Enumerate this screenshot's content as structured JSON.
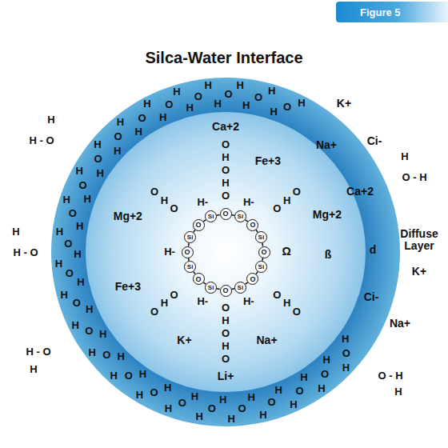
{
  "diagram": {
    "title": "Silca-Water Interface",
    "nodes": [
      {
        "text": [
          "Figure 5"
        ]
      },
      {
        "text": [
          "O"
        ]
      },
      {
        "text": [
          "Si"
        ]
      },
      {
        "text": [
          "O"
        ]
      },
      {
        "text": [
          "Si"
        ]
      },
      {
        "text": [
          "O"
        ]
      },
      {
        "text": [
          "Si"
        ]
      },
      {
        "text": [
          "O"
        ]
      },
      {
        "text": [
          "Si"
        ]
      },
      {
        "text": [
          "O"
        ]
      },
      {
        "text": [
          "Si"
        ]
      },
      {
        "text": [
          "O"
        ]
      },
      {
        "text": [
          "Si"
        ]
      },
      {
        "text": [
          "O"
        ]
      },
      {
        "text": [
          "Si"
        ]
      },
      {
        "text": [
          "O"
        ]
      },
      {
        "text": [
          "Si"
        ]
      }
    ],
    "edges": [
      {
        "from": 1,
        "to": 2,
        "arrow": "none"
      },
      {
        "from": 2,
        "to": 3,
        "arrow": "none"
      },
      {
        "from": 3,
        "to": 4,
        "arrow": "none"
      },
      {
        "from": 4,
        "to": 5,
        "arrow": "none"
      },
      {
        "from": 5,
        "to": 6,
        "arrow": "none"
      },
      {
        "from": 6,
        "to": 7,
        "arrow": "none"
      },
      {
        "from": 7,
        "to": 8,
        "arrow": "none"
      },
      {
        "from": 8,
        "to": 9,
        "arrow": "none"
      },
      {
        "from": 9,
        "to": 10,
        "arrow": "none"
      },
      {
        "from": 10,
        "to": 11,
        "arrow": "none"
      },
      {
        "from": 11,
        "to": 12,
        "arrow": "none"
      },
      {
        "from": 12,
        "to": 13,
        "arrow": "none"
      },
      {
        "from": 13,
        "to": 14,
        "arrow": "none"
      },
      {
        "from": 14,
        "to": 15,
        "arrow": "none"
      },
      {
        "from": 15,
        "to": 16,
        "arrow": "none"
      },
      {
        "from": 16,
        "to": 1,
        "arrow": "none"
      }
    ],
    "labels": [
      "K+",
      "Na+",
      "Ci-",
      "Ca+2",
      "Diffuse Layer",
      "d",
      "K+",
      "Ci-",
      "Na+",
      "Ca+2",
      "Fe+3",
      "Mg+2",
      "Mg+2",
      "ß",
      "Ω",
      "Fe+3",
      "K+",
      "Na+",
      "Li+",
      "H-",
      "H-",
      "H-",
      "H-",
      "H-",
      "O",
      "H",
      "O",
      "H",
      "O",
      "O",
      "H",
      "O",
      "H",
      "O",
      "O",
      "H",
      "O",
      "O",
      "H",
      "O",
      "O",
      "H",
      "O",
      "O",
      "H",
      "O",
      "O",
      "H",
      "H",
      "O",
      "H",
      "H",
      "O",
      "H",
      "H",
      "O",
      "H",
      "H",
      "O",
      "H",
      "H",
      "O",
      "H",
      "H",
      "O",
      "H",
      "H",
      "O",
      "H",
      "H",
      "O",
      "H",
      "H",
      "O",
      "H",
      "H",
      "O",
      "H",
      "H",
      "O",
      "H",
      "H",
      "O",
      "H",
      "H",
      "O",
      "H",
      "H",
      "O",
      "H",
      "H",
      "O",
      "H",
      "H",
      "O",
      "H",
      "H",
      "O",
      "H",
      "H",
      "O",
      "H",
      "H",
      "O",
      "H",
      "H",
      "O",
      "H",
      "H",
      "O",
      "H",
      "H",
      "O",
      "H",
      "H",
      "O",
      "H",
      "H",
      "H",
      "H - O",
      "H",
      "O - H",
      "H",
      "H - O",
      "H - O",
      "H",
      "O - H",
      "H"
    ]
  }
}
